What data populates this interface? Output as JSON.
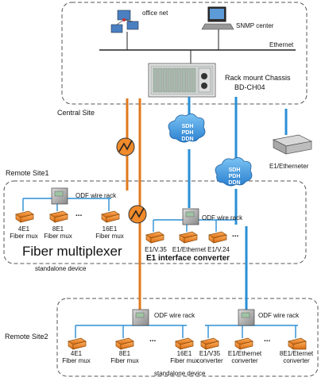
{
  "central": {
    "office_net": "office net",
    "snmp_center": "SNMP center",
    "ethernet": "Ethernet",
    "chassis_line1": "Rack mount Chassis",
    "chassis_line2": "BD-CH04",
    "site_label": "Central Site"
  },
  "clouds": {
    "c1": [
      "SDH",
      "PDH",
      "DDN"
    ],
    "c2": [
      "SDH",
      "PDH",
      "DDN"
    ]
  },
  "e1_ethernet_device": "E1/Etherneter",
  "remote1": {
    "site_label": "Remote Site1",
    "odf_left": "ODF wire rack",
    "odf_right": "ODF wire rack",
    "mux": [
      {
        "l1": "4E1",
        "l2": "Fiber mux"
      },
      {
        "l1": "8E1",
        "l2": "Fiber mux"
      },
      {
        "l1": "16E1",
        "l2": "Fiber mux"
      }
    ],
    "conv": [
      {
        "l1": "E1/V.35"
      },
      {
        "l1": "E1/Ethernet"
      },
      {
        "l1": "E1/V.24"
      }
    ],
    "title_big": "Fiber multiplexer",
    "title_conv": "E1 interface converter",
    "standalone": "standalone device"
  },
  "remote2": {
    "site_label": "Remote Site2",
    "odf_left": "ODF wire rack",
    "odf_right": "ODF wire rack",
    "mux": [
      {
        "l1": "4E1",
        "l2": "Fiber mux"
      },
      {
        "l1": "8E1",
        "l2": "Fiber mux"
      },
      {
        "l1": "16E1",
        "l2": "Fiber mux"
      }
    ],
    "conv": [
      {
        "l1": "E1/V35",
        "l2": "converter"
      },
      {
        "l1": "E1/Ethernet",
        "l2": "converter"
      },
      {
        "l1": "8E1/Eternet",
        "l2": "converter"
      }
    ],
    "standalone": "standalone device"
  },
  "ellipsis": "...",
  "colors": {
    "fiber": "#e07a1e",
    "blue_link": "#2a8fd6",
    "line_black": "#222222",
    "cloud_blue": "#3a9ae0",
    "device_orange": "#f08a2a",
    "dash_border": "#555555"
  }
}
